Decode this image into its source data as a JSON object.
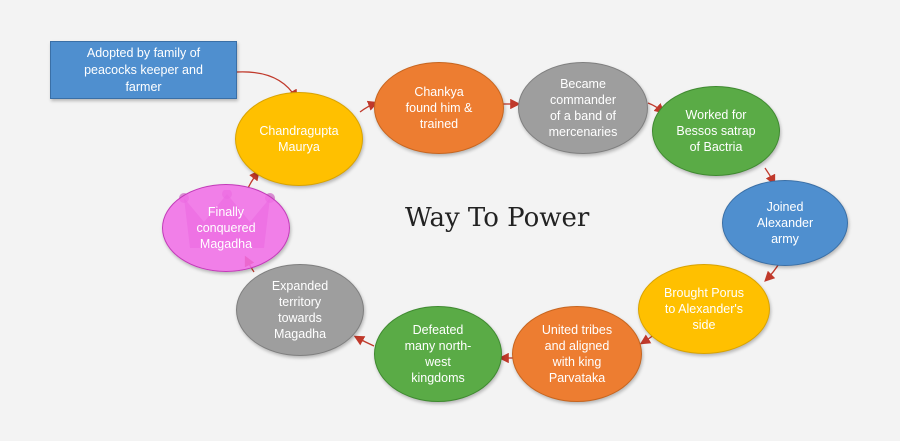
{
  "title": "Way To Power",
  "start_box": {
    "text": "Adopted by family of\npeacocks keeper and\nfarmer",
    "fill": "#4f8fcf",
    "stroke": "#3a6fa6"
  },
  "steps": [
    {
      "id": "chandragupta",
      "text": "Chandragupta\nMaurya",
      "fill": "#ffc000",
      "stroke": "#d9a300"
    },
    {
      "id": "chankya",
      "text": "Chankya\nfound him &\ntrained",
      "fill": "#ed7d31",
      "stroke": "#c7651f"
    },
    {
      "id": "commander",
      "text": "Became\ncommander\nof a band of\nmercenaries",
      "fill": "#9e9e9e",
      "stroke": "#7f7f7f"
    },
    {
      "id": "bessos",
      "text": "Worked for\nBessos satrap\nof Bactria",
      "fill": "#5aab46",
      "stroke": "#3f8a30"
    },
    {
      "id": "alexander",
      "text": "Joined\nAlexander\narmy",
      "fill": "#4f8fcf",
      "stroke": "#3a6fa6"
    },
    {
      "id": "porus",
      "text": "Brought Porus\nto Alexander's\nside",
      "fill": "#ffc000",
      "stroke": "#d9a300"
    },
    {
      "id": "tribes",
      "text": "United tribes\nand aligned\nwith king\nParvataka",
      "fill": "#ed7d31",
      "stroke": "#c7651f"
    },
    {
      "id": "kingdoms",
      "text": "Defeated\nmany north-\nwest\nkingdoms",
      "fill": "#5aab46",
      "stroke": "#3f8a30"
    },
    {
      "id": "magadha-territory",
      "text": "Expanded\nterritory\ntowards\nMagadha",
      "fill": "#9e9e9e",
      "stroke": "#7f7f7f"
    },
    {
      "id": "magadha",
      "text": "Finally\nconquered\nMagadha",
      "fill": "#f06ee6",
      "stroke": "#c23ab8"
    }
  ],
  "arrow_color": "#c0392b"
}
